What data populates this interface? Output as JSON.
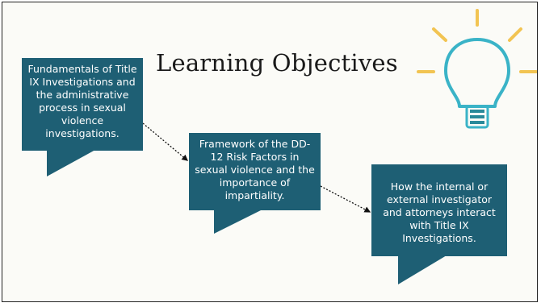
{
  "slide": {
    "title": "Learning Objectives",
    "objectives": [
      "Fundamentals of Title IX Investigations and the administrative process in sexual violence investigations.",
      "Framework of the DD-12 Risk Factors in sexual violence and the importance of impartiality.",
      "How the internal or external investigator and attorneys interact with Title IX Investigations."
    ]
  },
  "colors": {
    "box_fill": "#1e5f74",
    "bulb_outline": "#3ab3c7",
    "bulb_rays": "#f2c452",
    "bulb_base": "#2a8a9a"
  },
  "icons": [
    "lightbulb-icon",
    "dotted-arrow-icon"
  ]
}
